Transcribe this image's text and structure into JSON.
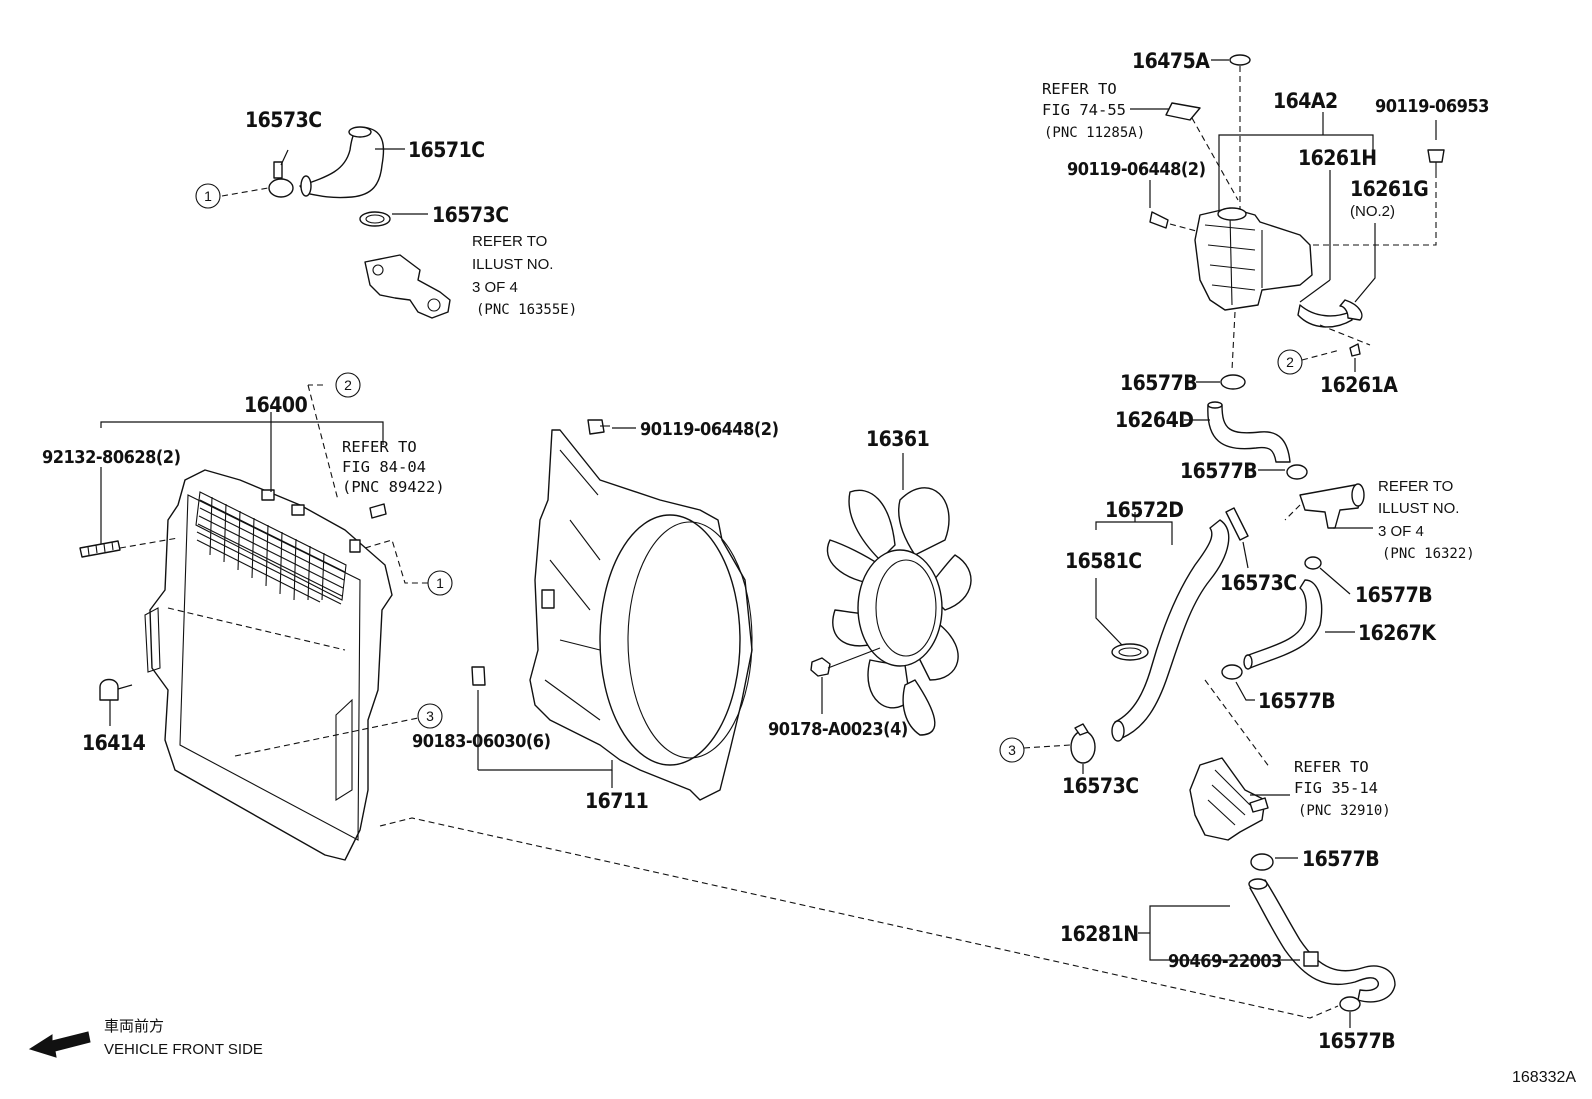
{
  "diagram_id": "168332A",
  "front_label_cn": "車両前方",
  "front_label_en": "VEHICLE FRONT SIDE",
  "callouts": {
    "c1": "1",
    "c2": "2",
    "c3": "3"
  },
  "parts": {
    "p16573C_a": "16573C",
    "p16571C": "16571C",
    "p16573C_b": "16573C",
    "p16475A": "16475A",
    "p164A2": "164A2",
    "p90119_06953": "90119-06953",
    "p16261H": "16261H",
    "p90119_06448_a": "90119-06448(2)",
    "p16261G": "16261G",
    "p16261G_sub": "(NO.2)",
    "p16577B_a": "16577B",
    "p16261A": "16261A",
    "p16264D": "16264D",
    "p16577B_b": "16577B",
    "p16400": "16400",
    "p92132": "92132-80628(2)",
    "p90119_06448_b": "90119-06448(2)",
    "p16361": "16361",
    "p16572D": "16572D",
    "p16581C": "16581C",
    "p16573C_c": "16573C",
    "p16577B_c": "16577B",
    "p16267K": "16267K",
    "p16577B_d": "16577B",
    "p16414": "16414",
    "p90183": "90183-06030(6)",
    "p90178": "90178-A0023(4)",
    "p16711": "16711",
    "p16573C_d": "16573C",
    "p16577B_e": "16577B",
    "p16281N": "16281N",
    "p90469": "90469-22003",
    "p16577B_f": "16577B"
  },
  "refs": {
    "r1": [
      "REFER TO",
      "ILLUST NO.",
      "3 OF 4",
      "(PNC 16355E)"
    ],
    "r2": [
      "REFER TO",
      "FIG 74-55",
      "(PNC 11285A)"
    ],
    "r3": [
      "REFER TO",
      "FIG 84-04",
      "(PNC 89422)"
    ],
    "r4": [
      "REFER TO",
      "ILLUST NO.",
      "3 OF 4",
      "(PNC 16322)"
    ],
    "r5": [
      "REFER TO",
      "FIG 35-14",
      "(PNC 32910)"
    ]
  }
}
